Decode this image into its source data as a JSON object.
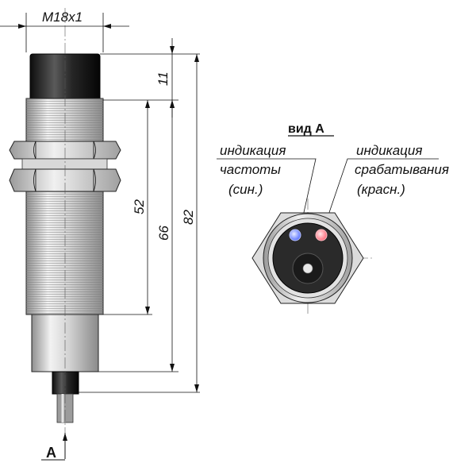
{
  "dimensions": {
    "thread": "M18x1",
    "cap_length": "11",
    "thread_length": "52",
    "body_length": "66",
    "total_length": "82"
  },
  "view": {
    "title": "вид А",
    "freq_label": [
      "индикация",
      "частоты",
      "(син.)"
    ],
    "trip_label": [
      "индикация",
      "срабатывания",
      "(красн.)"
    ]
  },
  "view_arrow": "А",
  "colors": {
    "led_blue": "#5a73ff",
    "led_red": "#ff6f7d",
    "cap": "#1c1c1c",
    "metal_light": "#ececec",
    "metal_mid": "#bcbcbc",
    "metal_dark": "#8a8a8a"
  }
}
